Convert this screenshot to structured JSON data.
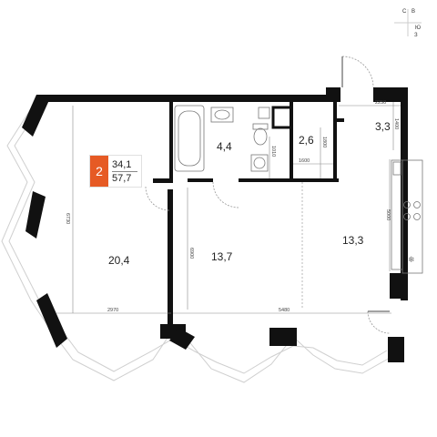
{
  "apartment": {
    "rooms_count": "2",
    "living_area": "34,1",
    "total_area": "57,7"
  },
  "rooms": {
    "living_room": "20,4",
    "bedroom": "13,7",
    "kitchen": "13,3",
    "bathroom": "4,4",
    "wardrobe": "2,6",
    "hallway": "3,3"
  },
  "dimensions": {
    "left_height": "6730",
    "living_width": "2970",
    "bedroom_kitchen_width": "5480",
    "bedroom_height": "6900",
    "kitchen_height": "5000",
    "hall_width": "2250",
    "hall_height": "1400",
    "wardrobe_width": "1600",
    "wardrobe_height": "1800",
    "laundry_height": "1010"
  },
  "compass": {
    "north": "С",
    "east": "В",
    "south": "Ю",
    "west": "З"
  },
  "colors": {
    "wall": "#111111",
    "accent": "#e65a24",
    "window": "#ffffff"
  }
}
